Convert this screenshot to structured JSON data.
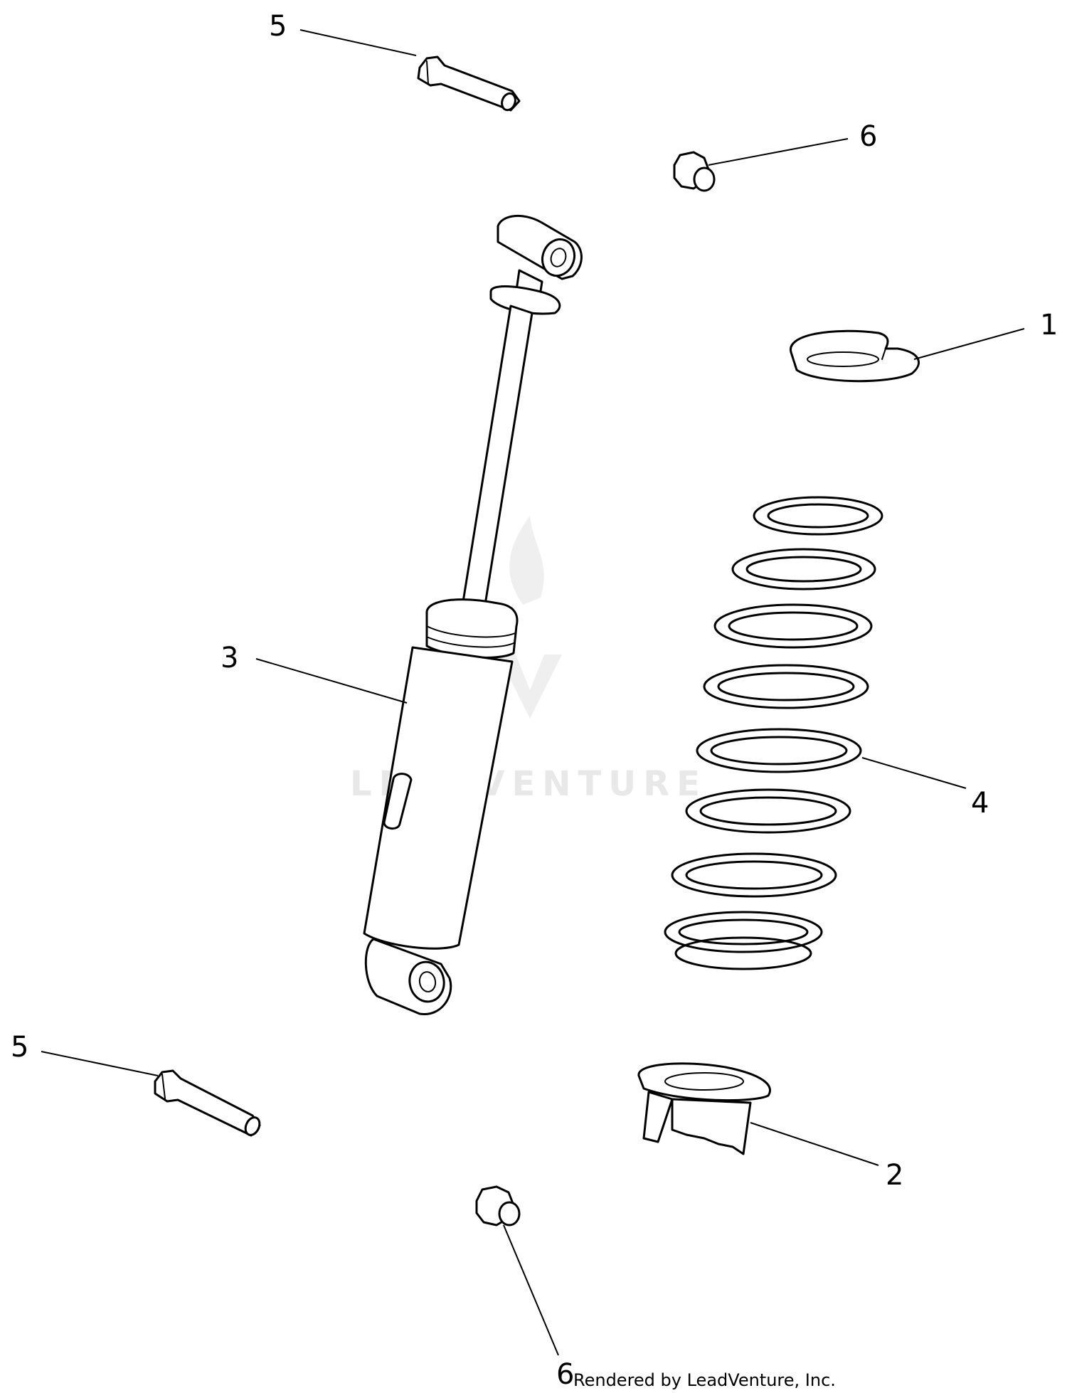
{
  "callouts": [
    {
      "id": "1",
      "label": "1"
    },
    {
      "id": "2",
      "label": "2"
    },
    {
      "id": "3",
      "label": "3"
    },
    {
      "id": "4",
      "label": "4"
    },
    {
      "id": "5a",
      "label": "5"
    },
    {
      "id": "5b",
      "label": "5"
    },
    {
      "id": "6a",
      "label": "6"
    },
    {
      "id": "6b",
      "label": "6"
    }
  ],
  "watermark": "LEADVENTURE",
  "credit": "Rendered by LeadVenture, Inc.",
  "colors": {
    "line": "#000000",
    "background": "#ffffff",
    "watermark": "#e8e8e8"
  }
}
